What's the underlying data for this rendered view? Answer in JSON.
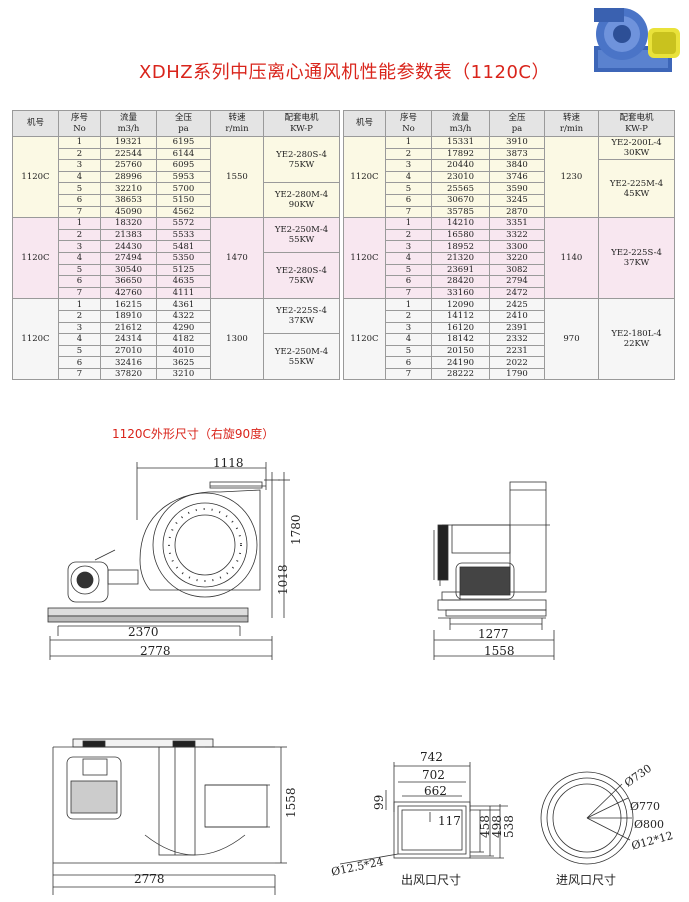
{
  "title": "XDHZ系列中压离心通风机性能参数表（1120C）",
  "headers": {
    "model": "机号",
    "no": [
      "序号",
      "No"
    ],
    "flow": [
      "流量",
      "m3/h"
    ],
    "pressure": [
      "全压",
      "pa"
    ],
    "speed": [
      "转速",
      "r/min"
    ],
    "motor": [
      "配套电机",
      "KW-P"
    ]
  },
  "left_groups": [
    {
      "model": "1120C",
      "speed": "1550",
      "rows": [
        [
          "1",
          "19321",
          "6195"
        ],
        [
          "2",
          "22544",
          "6144"
        ],
        [
          "3",
          "25760",
          "6095"
        ],
        [
          "4",
          "28996",
          "5953"
        ],
        [
          "5",
          "32210",
          "5700"
        ],
        [
          "6",
          "38653",
          "5150"
        ],
        [
          "7",
          "45090",
          "4562"
        ]
      ],
      "motors": [
        {
          "rows": 4,
          "name": "YE2-280S-4",
          "kw": "75KW"
        },
        {
          "rows": 3,
          "name": "YE2-280M-4",
          "kw": "90KW"
        }
      ]
    },
    {
      "model": "1120C",
      "speed": "1470",
      "rows": [
        [
          "1",
          "18320",
          "5572"
        ],
        [
          "2",
          "21383",
          "5533"
        ],
        [
          "3",
          "24430",
          "5481"
        ],
        [
          "4",
          "27494",
          "5350"
        ],
        [
          "5",
          "30540",
          "5125"
        ],
        [
          "6",
          "36650",
          "4635"
        ],
        [
          "7",
          "42760",
          "4111"
        ]
      ],
      "motors": [
        {
          "rows": 3,
          "name": "YE2-250M-4",
          "kw": "55KW"
        },
        {
          "rows": 4,
          "name": "YE2-280S-4",
          "kw": "75KW"
        }
      ]
    },
    {
      "model": "1120C",
      "speed": "1300",
      "rows": [
        [
          "1",
          "16215",
          "4361"
        ],
        [
          "2",
          "18910",
          "4322"
        ],
        [
          "3",
          "21612",
          "4290"
        ],
        [
          "4",
          "24314",
          "4182"
        ],
        [
          "5",
          "27010",
          "4010"
        ],
        [
          "6",
          "32416",
          "3625"
        ],
        [
          "7",
          "37820",
          "3210"
        ]
      ],
      "motors": [
        {
          "rows": 3,
          "name": "YE2-225S-4",
          "kw": "37KW"
        },
        {
          "rows": 4,
          "name": "YE2-250M-4",
          "kw": "55KW"
        }
      ]
    }
  ],
  "right_groups": [
    {
      "model": "1120C",
      "speed": "1230",
      "rows": [
        [
          "1",
          "15331",
          "3910"
        ],
        [
          "2",
          "17892",
          "3873"
        ],
        [
          "3",
          "20440",
          "3840"
        ],
        [
          "4",
          "23010",
          "3746"
        ],
        [
          "5",
          "25565",
          "3590"
        ],
        [
          "6",
          "30670",
          "3245"
        ],
        [
          "7",
          "35785",
          "2870"
        ]
      ],
      "motors": [
        {
          "rows": 2,
          "name": "YE2-200L-4",
          "kw": "30KW"
        },
        {
          "rows": 5,
          "name": "YE2-225M-4",
          "kw": "45KW"
        }
      ]
    },
    {
      "model": "1120C",
      "speed": "1140",
      "rows": [
        [
          "1",
          "14210",
          "3351"
        ],
        [
          "2",
          "16580",
          "3322"
        ],
        [
          "3",
          "18952",
          "3300"
        ],
        [
          "4",
          "21320",
          "3220"
        ],
        [
          "5",
          "23691",
          "3082"
        ],
        [
          "6",
          "28420",
          "2794"
        ],
        [
          "7",
          "33160",
          "2472"
        ]
      ],
      "motors": [
        {
          "rows": 7,
          "name": "YE2-225S-4",
          "kw": "37KW"
        }
      ]
    },
    {
      "model": "1120C",
      "speed": "970",
      "rows": [
        [
          "1",
          "12090",
          "2425"
        ],
        [
          "2",
          "14112",
          "2410"
        ],
        [
          "3",
          "16120",
          "2391"
        ],
        [
          "4",
          "18142",
          "2332"
        ],
        [
          "5",
          "20150",
          "2231"
        ],
        [
          "6",
          "24190",
          "2022"
        ],
        [
          "7",
          "28222",
          "1790"
        ]
      ],
      "motors": [
        {
          "rows": 7,
          "name": "YE2-180L-4",
          "kw": "22KW"
        }
      ]
    }
  ],
  "drawing_title": "1120C外形尺寸（右旋90度）",
  "dims": {
    "d1118": "1118",
    "d1780": "1780",
    "d1018": "1018",
    "d2370": "2370",
    "d2778a": "2778",
    "d1277": "1277",
    "d1558a": "1558",
    "d1558b": "1558",
    "d2778b": "2778",
    "d742": "742",
    "d702": "702",
    "d662": "662",
    "d99": "99",
    "d117": "117",
    "d458": "458",
    "d498": "498",
    "d538": "538",
    "d12_5": "Ø12.5*24",
    "d730": "Ø730",
    "d770": "Ø770",
    "d800": "Ø800",
    "d12_12": "Ø12*12"
  },
  "outlet_label": "出风口尺寸",
  "inlet_label": "进风口尺寸"
}
